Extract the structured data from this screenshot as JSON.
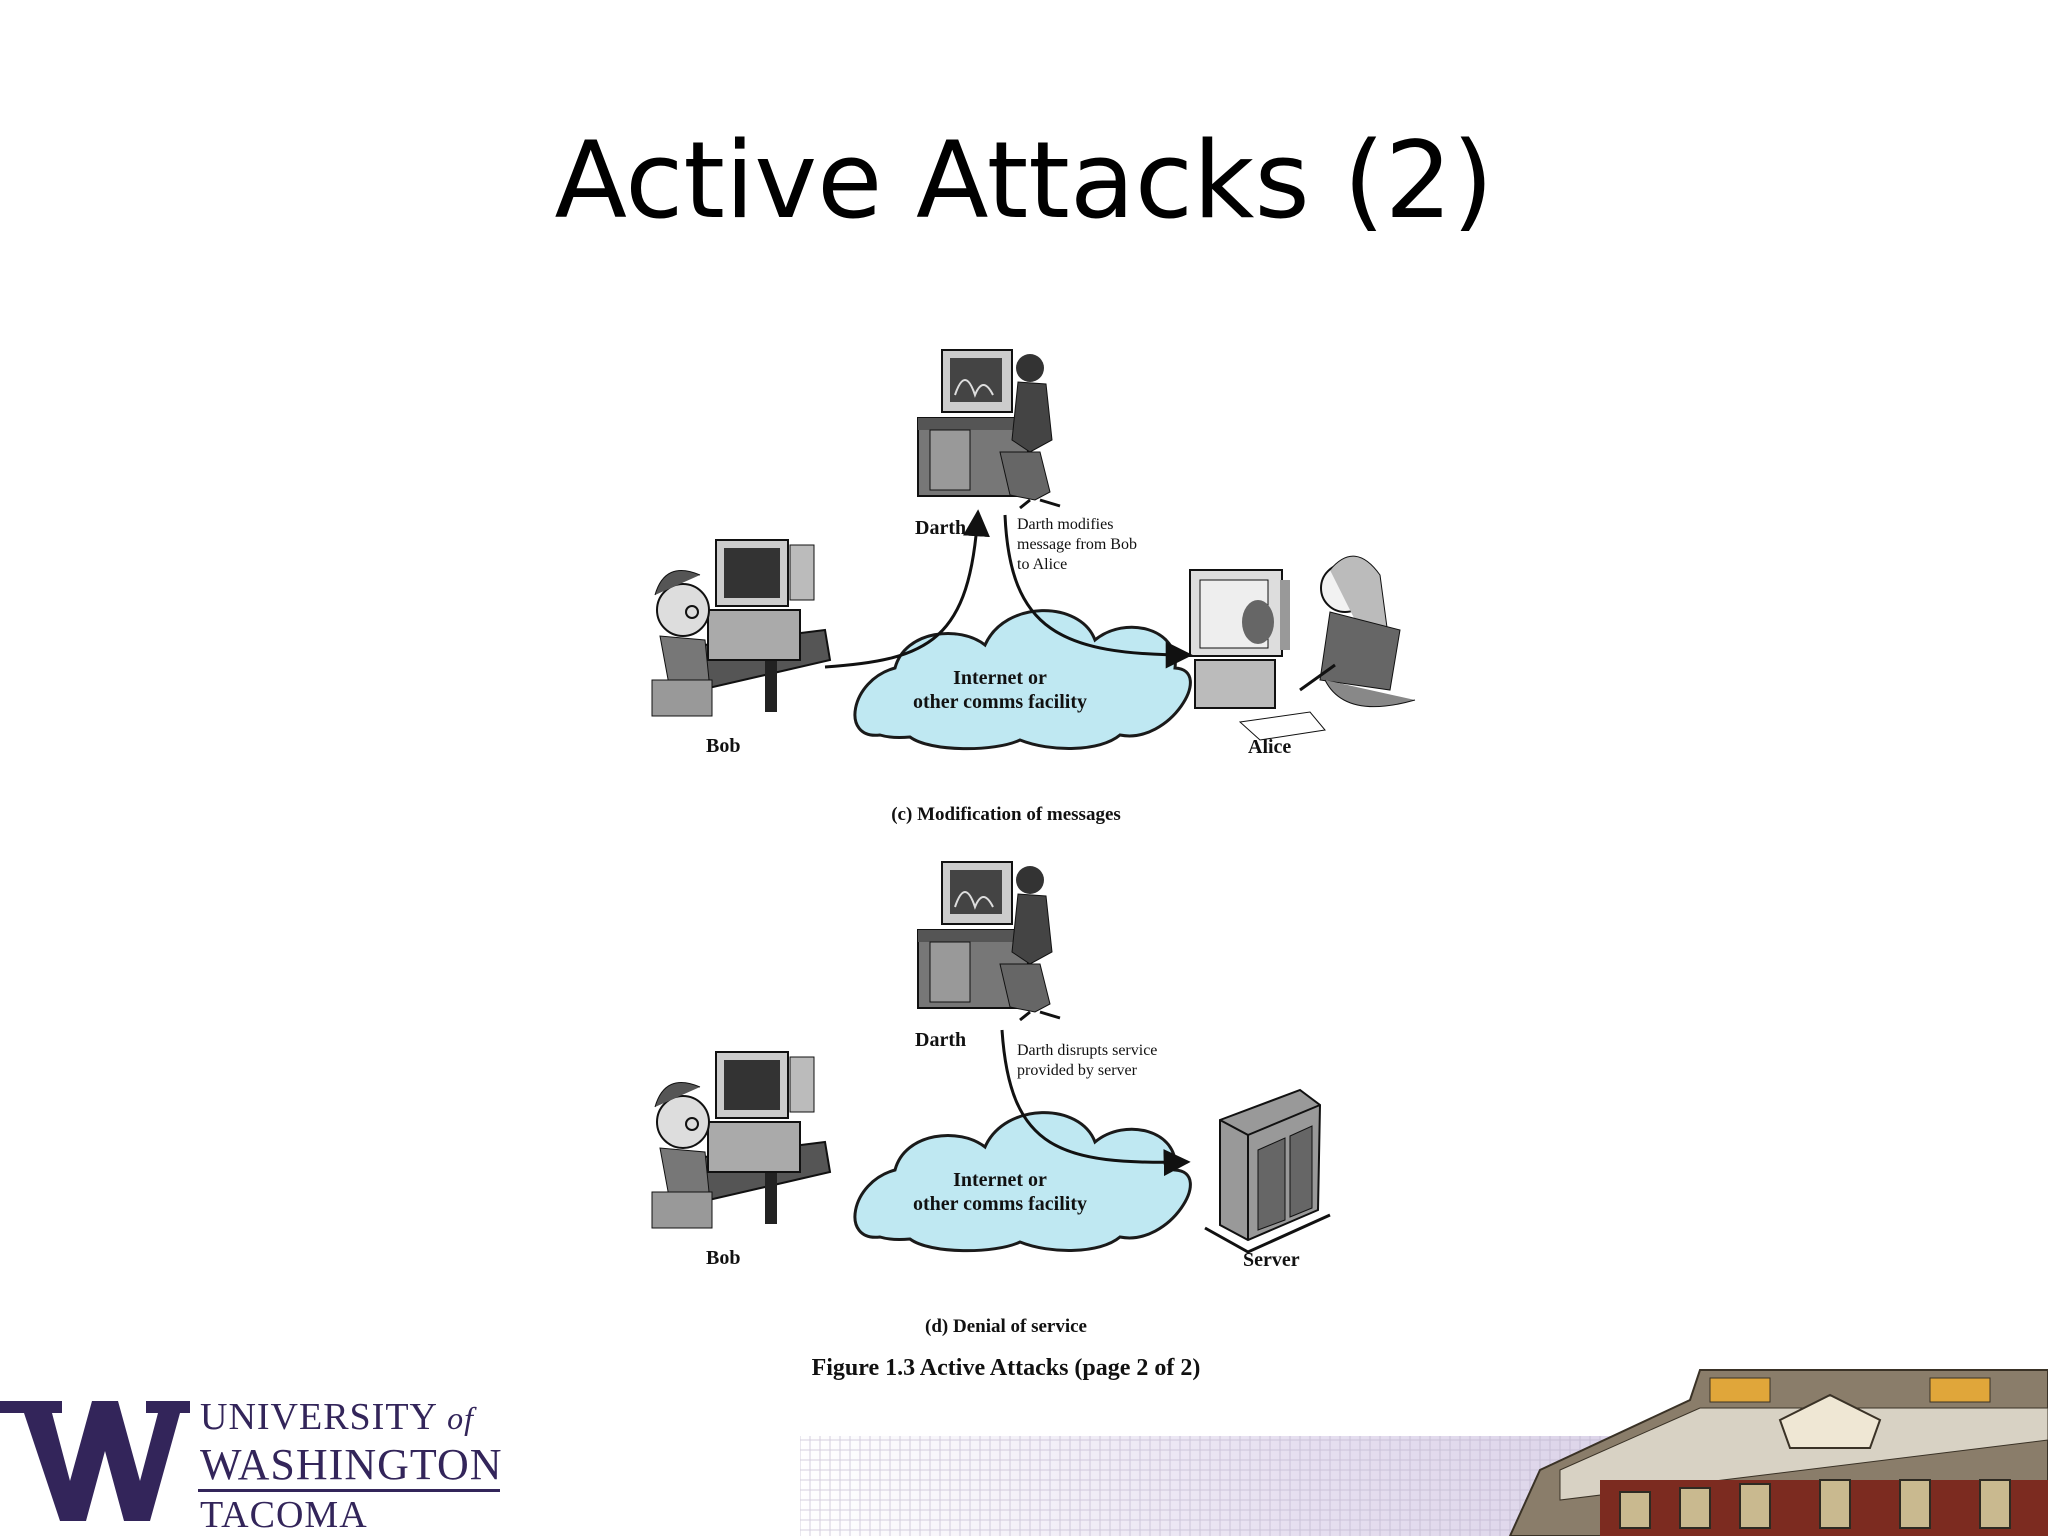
{
  "slide": {
    "title": "Active Attacks (2)"
  },
  "panel_c": {
    "attacker_label": "Darth",
    "note_lines": [
      "Darth modifies",
      "message from Bob",
      "to Alice"
    ],
    "sender_label": "Bob",
    "cloud_lines": [
      "Internet or",
      "other comms facility"
    ],
    "receiver_label": "Alice",
    "caption": "(c) Modification of messages"
  },
  "panel_d": {
    "attacker_label": "Darth",
    "note_lines": [
      "Darth disrupts service",
      "provided by server"
    ],
    "sender_label": "Bob",
    "cloud_lines": [
      "Internet or",
      "other comms facility"
    ],
    "receiver_label": "Server",
    "caption": "(d) Denial of service"
  },
  "figure_caption": "Figure 1.3   Active Attacks (page 2 of 2)",
  "logo": {
    "line1": "UNIVERSITY",
    "line1_of": "of",
    "line2": "WASHINGTON",
    "line3": "TACOMA",
    "color": "#33255a"
  },
  "colors": {
    "cloud_fill": "#bfe8f2",
    "cloud_stroke": "#1a1a1a"
  }
}
